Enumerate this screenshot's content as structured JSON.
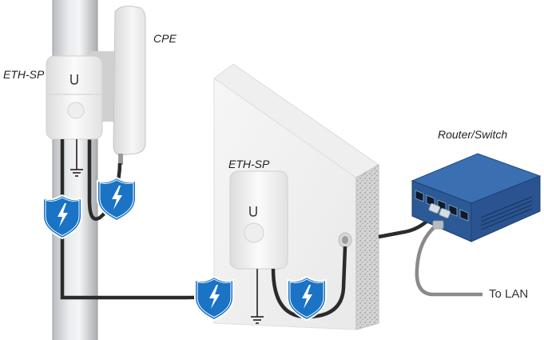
{
  "labels": {
    "cpe": "CPE",
    "eth_sp_pole": "ETH-SP",
    "eth_sp_wall": "ETH-SP",
    "router_switch": "Router/Switch",
    "to_lan": "To LAN"
  },
  "icons": {
    "surge_shield": "lightning-shield-icon",
    "ground": "ground-icon",
    "brand": "ubiquiti-u-logo-icon"
  },
  "colors": {
    "shield_blue": "#1a73c4",
    "router_blue": "#2f5e9e",
    "cable_dark": "#2b2b2b",
    "cable_gray": "#8a8a8a"
  }
}
